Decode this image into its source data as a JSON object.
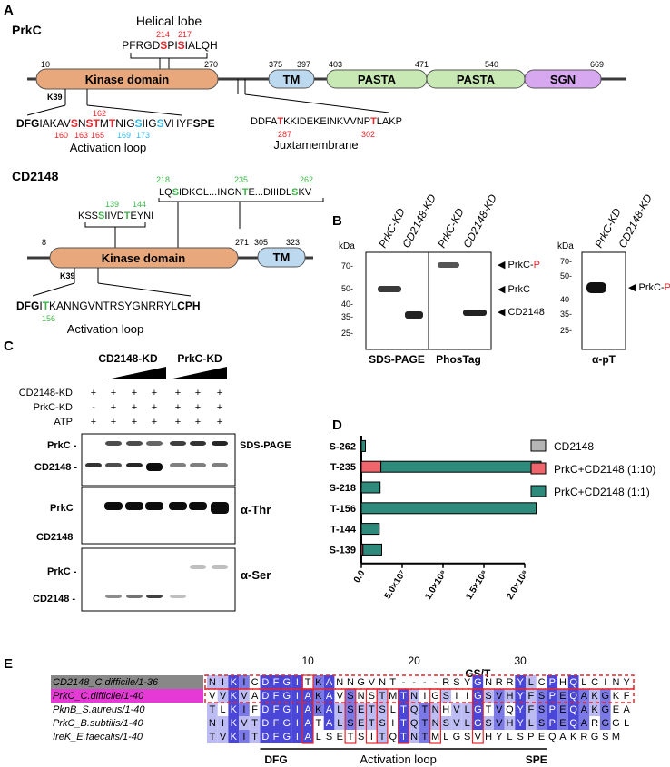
{
  "colors": {
    "red": "#e8252a",
    "cyan": "#38b7e8",
    "green": "#3fb44a",
    "kinase": "#e9a87c",
    "tm": "#bcd9ef",
    "pasta": "#c8e9b4",
    "sgn": "#d7a8f0",
    "teal": "#2e8a7a",
    "pink": "#f0646c",
    "grey": "#b5b5b5",
    "black": "#000000"
  },
  "panelA": {
    "label": "A",
    "prkc": {
      "name": "PrkC",
      "helical": {
        "title": "Helical lobe",
        "sequence": "PFRGDSPISIALQH",
        "res1": "214",
        "res2": "217"
      },
      "domains": {
        "kinase": "Kinase domain",
        "tm": "TM",
        "pasta1": "PASTA",
        "pasta2": "PASTA",
        "sgn": "SGN"
      },
      "positions": {
        "p10": "10",
        "p270": "270",
        "p375": "375",
        "p397": "397",
        "p403": "403",
        "p471": "471",
        "p540": "540",
        "p669": "669"
      },
      "k39": "K39",
      "activation_seq": "DFGIAKAVSNSTMTNIGSIIGSVHYFSPE",
      "activation_res_top": "162",
      "activation_res_bottom": [
        "160",
        "163",
        "165"
      ],
      "activation_res_cyan": [
        "169",
        "173"
      ],
      "activation_label": "Activation loop",
      "jm_seq": "DDFATKKIDEKEINKVVNPTLAKP",
      "jm_res": [
        "287",
        "302"
      ],
      "jm_label": "Juxtamembrane"
    },
    "cd2148": {
      "name": "CD2148",
      "seq1": "KSSIIVDTEYNI",
      "seq1_res": [
        "139",
        "144"
      ],
      "seq2": "LQSIDKGL...INGNTE...DIIIDLSKV",
      "seq2_res": [
        "218",
        "235",
        "262"
      ],
      "domains": {
        "kinase": "Kinase domain",
        "tm": "TM"
      },
      "positions": {
        "p8": "8",
        "p271": "271",
        "p305": "305",
        "p323": "323"
      },
      "k39": "K39",
      "activation_seq": "DFGITKANNGVNTRSYGNRRYLCPH",
      "activation_res": "156",
      "activation_label": "Activation loop"
    }
  },
  "panelB": {
    "label": "B",
    "kda": "kDa",
    "lanes": [
      "PrkC-KD",
      "CD2148-KD"
    ],
    "markers_left": [
      "70-",
      "50-",
      "40-",
      "35-",
      "25-"
    ],
    "markers_right": [
      "70-",
      "50-",
      "40-",
      "35-",
      "25-"
    ],
    "gel_titles": [
      "SDS-PAGE",
      "PhosTag",
      "α-pT"
    ],
    "annotations": [
      "PrkC-P",
      "PrkC",
      "CD2148",
      "PrkC-P"
    ]
  },
  "panelC": {
    "label": "C",
    "groups": [
      "CD2148-KD",
      "PrkC-KD"
    ],
    "rows": [
      {
        "label": "CD2148-KD",
        "values": [
          "+",
          "+",
          "+",
          "+",
          "+",
          "+",
          "+"
        ]
      },
      {
        "label": "PrkC-KD",
        "values": [
          "-",
          "+",
          "+",
          "+",
          "+",
          "+",
          "+"
        ]
      },
      {
        "label": "ATP",
        "values": [
          "+",
          "+",
          "+",
          "+",
          "+",
          "+",
          "+"
        ]
      }
    ],
    "blots": [
      {
        "title": "SDS-PAGE",
        "bands": [
          "PrkC -",
          "CD2148 -"
        ]
      },
      {
        "title": "α-Thr",
        "bands": [
          "PrkC",
          "CD2148"
        ]
      },
      {
        "title": "α-Ser",
        "bands": [
          "PrkC -",
          "CD2148 -"
        ]
      }
    ]
  },
  "panelD": {
    "label": "D",
    "chart_data": {
      "type": "bar",
      "orientation": "horizontal",
      "stacked": true,
      "categories": [
        "S-262",
        "T-235",
        "S-218",
        "T-156",
        "T-144",
        "S-139"
      ],
      "series": [
        {
          "name": "CD2148",
          "color": "#b5b5b5",
          "values": [
            0,
            0,
            0,
            0,
            0,
            0
          ]
        },
        {
          "name": "PrkC+CD2148 (1:10)",
          "color": "#f0646c",
          "values": [
            0,
            24000000,
            0,
            0,
            0,
            2000000
          ]
        },
        {
          "name": "PrkC+CD2148 (1:1)",
          "color": "#2e8a7a",
          "values": [
            5000000,
            196000000,
            23000000,
            214000000,
            22000000,
            23000000
          ]
        }
      ],
      "xlim": [
        0,
        200000000
      ],
      "xticks": [
        "0.0",
        "5.0×10⁷",
        "1.0×10⁸",
        "1.5×10⁸",
        "2.0×10⁸"
      ],
      "legend": "right"
    }
  },
  "panelE": {
    "label": "E",
    "rows": [
      {
        "name": "CD2148_C.difficile/1-36",
        "seq": "NIKICDFGITKANNGVNT----RSYGNRRYLCPHQLCINY"
      },
      {
        "name": "PrkC_C.difficile/1-40",
        "seq": "VVKVADFGIAKAVSNSTMTNIGSIIGSVHYFSPEQAKGKF"
      },
      {
        "name": "PknB_S.aureus/1-40",
        "seq": "TLKIFDFGIAKALSETSLTQTNHVLGTVQYFSPEQAKGEA"
      },
      {
        "name": "PrkC_B.subtilis/1-40",
        "seq": "NIKVTDFGIATALSETSITQTNSVLGSVHYLSPEQARGGL"
      },
      {
        "name": "IreK_E.faecalis/1-40",
        "seq": "TVKITDFGIALSETSITQTNTMLGSVHYLSPEQAKRGSM"
      }
    ],
    "ruler": [
      "10",
      "20",
      "30"
    ],
    "gst": "GS/T",
    "footer": {
      "dfg": "DFG",
      "loop": "Activation loop",
      "spe": "SPE"
    }
  }
}
